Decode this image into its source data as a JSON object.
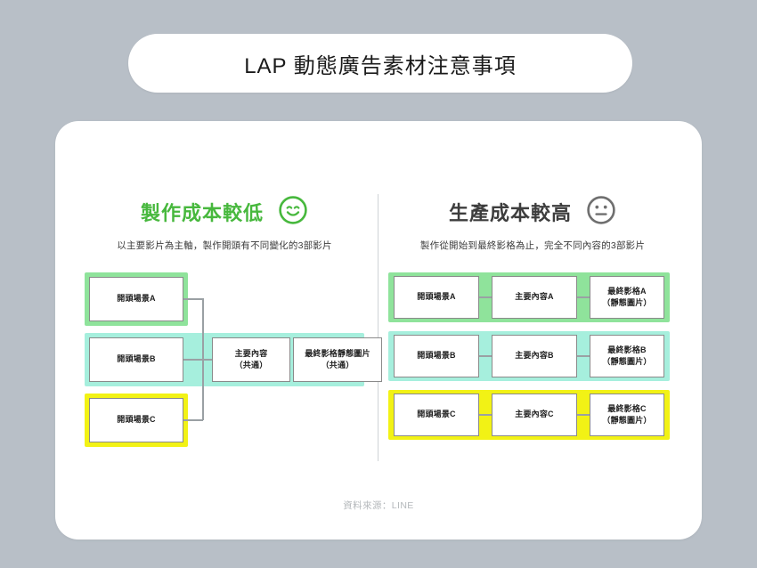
{
  "title": "LAP 動態廣告素材注意事項",
  "panels": {
    "left": {
      "heading": "製作成本較低",
      "face_icon": "smiley-face-icon",
      "heading_color": "#47b83d",
      "subtitle": "以主要影片為主軸，製作開頭有不同變化的3部影片",
      "bands": [
        {
          "label": "開頭場景A",
          "color": "#8fe39b",
          "color_name": "green"
        },
        {
          "label": "開頭場景B",
          "color": "#a6efdd",
          "color_name": "teal"
        },
        {
          "label": "開頭場景C",
          "color": "#f2f215",
          "color_name": "yellow"
        }
      ],
      "shared_nodes": [
        {
          "line1": "主要內容",
          "line2": "（共通）"
        },
        {
          "line1": "最終影格靜態圖片",
          "line2": "（共通）"
        }
      ]
    },
    "right": {
      "heading": "生產成本較高",
      "face_icon": "neutral-face-icon",
      "heading_color": "#3d3d3d",
      "subtitle": "製作從開始到最終影格為止，完全不同內容的3部影片",
      "rows": [
        {
          "color": "#8fe39b",
          "color_name": "green",
          "opening": "開頭場景A",
          "main": "主要內容A",
          "final_line1": "最終影格A",
          "final_line2": "（靜態圖片）"
        },
        {
          "color": "#a6efdd",
          "color_name": "teal",
          "opening": "開頭場景B",
          "main": "主要內容B",
          "final_line1": "最終影格B",
          "final_line2": "（靜態圖片）"
        },
        {
          "color": "#f2f215",
          "color_name": "yellow",
          "opening": "開頭場景C",
          "main": "主要內容C",
          "final_line1": "最終影格C",
          "final_line2": "（靜態圖片）"
        }
      ]
    }
  },
  "footer": "資料來源：LINE",
  "theme": {
    "background": "#b8bfc7",
    "card": "#ffffff",
    "accent_green": "#47b83d",
    "divider": "#cfd3d6",
    "connector": "#9aa0a4",
    "node_border": "#8a8a8a"
  }
}
